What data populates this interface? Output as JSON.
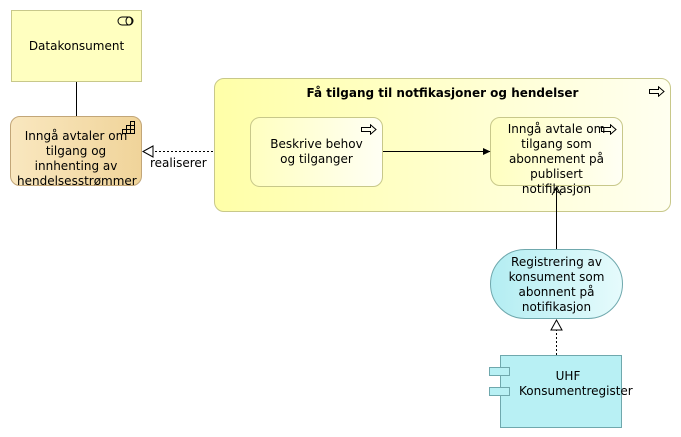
{
  "elements": {
    "data_consumer": {
      "label": "Datakonsument",
      "icon": "business-role-icon"
    },
    "agreements": {
      "label": "Inngå avtaler om tilgang og innhenting av hendelsesstrømmer",
      "icon": "capability-icon"
    },
    "access_process": {
      "label": "Få tilgang til notfikasjoner og hendelser",
      "icon": "process-arrow-icon"
    },
    "describe_needs": {
      "label": "Beskrive behov og tilganger",
      "icon": "process-arrow-icon"
    },
    "subscribe": {
      "label": "Inngå avtale om tilgang som abonnement på publisert notifikasjon",
      "icon": "process-arrow-icon"
    },
    "registration_service": {
      "label": "Registrering av konsument som abonnent på notifikasjon"
    },
    "consumer_registry": {
      "label": "UHF Konsumentregister",
      "icon": "component-icon"
    }
  },
  "relations": {
    "realization_label": "realiserer"
  },
  "colors": {
    "business_yellow": "#ffffc0",
    "strategy_orange": "#f5deaa",
    "application_cyan": "#c6f3f5",
    "border": "#a6a6a6",
    "line": "#000000"
  }
}
